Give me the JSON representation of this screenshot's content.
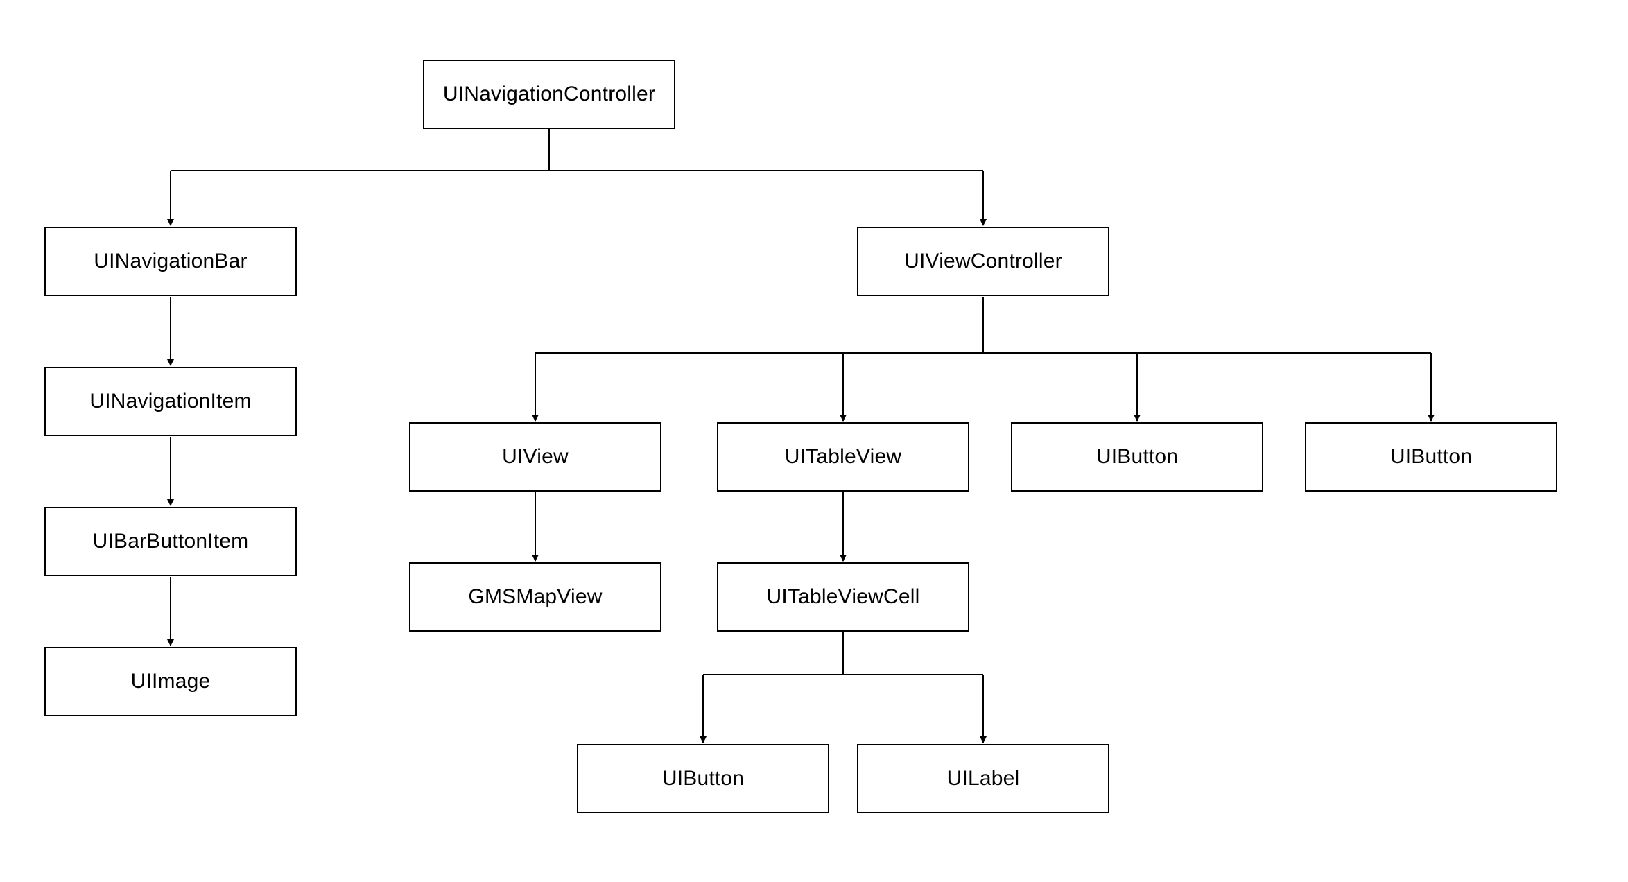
{
  "diagram": {
    "type": "hierarchy-tree",
    "line_color": "#000000",
    "box_border_color": "#000000",
    "nodes": {
      "ui_navigation_controller": "UINavigationController",
      "ui_navigation_bar": "UINavigationBar",
      "ui_navigation_item": "UINavigationItem",
      "ui_bar_button_item": "UIBarButtonItem",
      "ui_image": "UIImage",
      "ui_view_controller": "UIViewController",
      "ui_view": "UIView",
      "gms_map_view": "GMSMapView",
      "ui_table_view": "UITableView",
      "ui_table_view_cell": "UITableViewCell",
      "ui_button_1": "UIButton",
      "ui_button_2": "UIButton",
      "ui_button_cell": "UIButton",
      "ui_label": "UILabel"
    },
    "edges": [
      [
        "ui_navigation_controller",
        "ui_navigation_bar"
      ],
      [
        "ui_navigation_controller",
        "ui_view_controller"
      ],
      [
        "ui_navigation_bar",
        "ui_navigation_item"
      ],
      [
        "ui_navigation_item",
        "ui_bar_button_item"
      ],
      [
        "ui_bar_button_item",
        "ui_image"
      ],
      [
        "ui_view_controller",
        "ui_view"
      ],
      [
        "ui_view_controller",
        "ui_table_view"
      ],
      [
        "ui_view_controller",
        "ui_button_1"
      ],
      [
        "ui_view_controller",
        "ui_button_2"
      ],
      [
        "ui_view",
        "gms_map_view"
      ],
      [
        "ui_table_view",
        "ui_table_view_cell"
      ],
      [
        "ui_table_view_cell",
        "ui_button_cell"
      ],
      [
        "ui_table_view_cell",
        "ui_label"
      ]
    ]
  }
}
